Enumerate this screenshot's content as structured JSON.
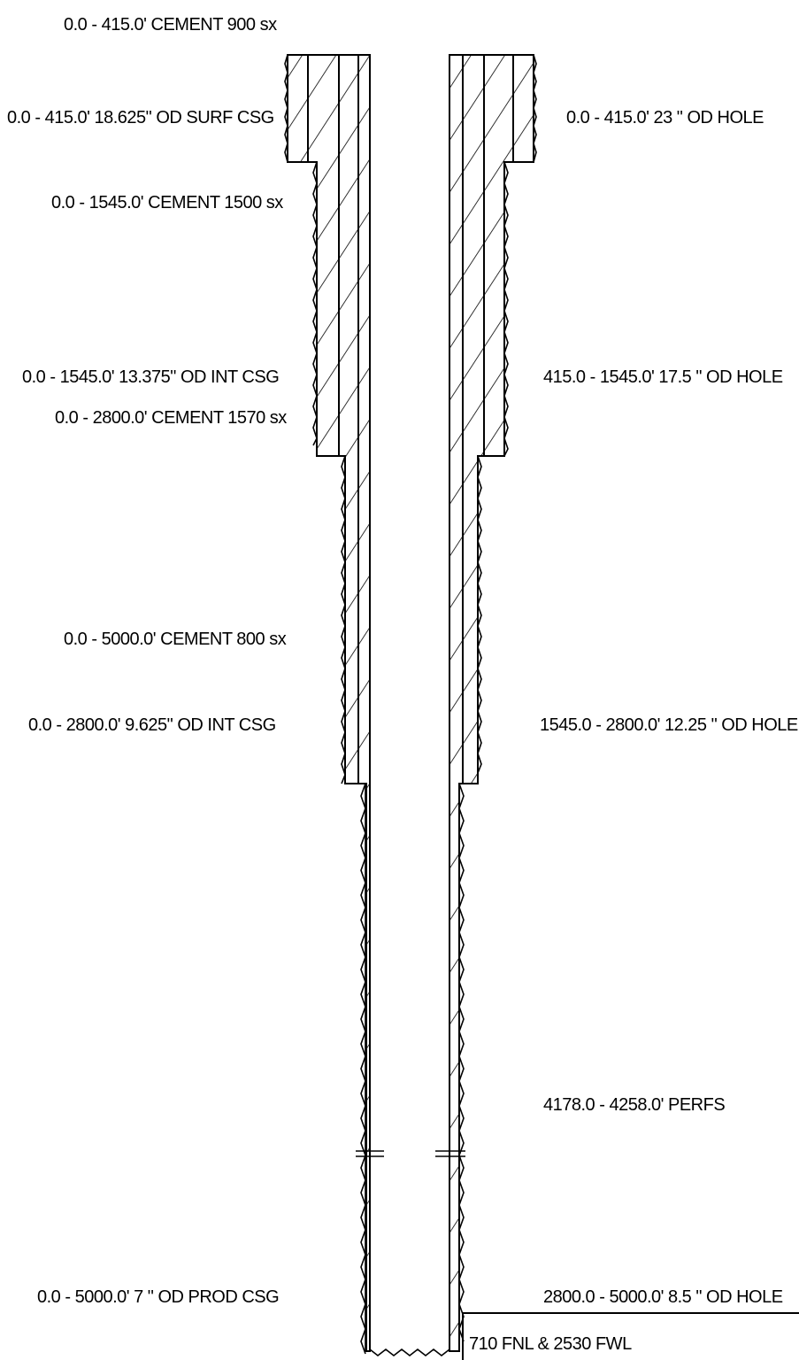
{
  "left_labels": [
    "0.0 -  415.0' CEMENT 900 sx",
    "0.0 -  415.0' 18.625\" OD SURF CSG",
    "0.0 - 1545.0' CEMENT 1500 sx",
    "0.0 - 1545.0' 13.375\" OD INT CSG",
    "0.0 - 2800.0' CEMENT 1570 sx",
    "0.0 - 5000.0' CEMENT 800 sx",
    "0.0 - 2800.0' 9.625\" OD INT CSG",
    "0.0 - 5000.0' 7 \" OD PROD CSG"
  ],
  "right_labels": [
    "0.0 -  415.0' 23 \" OD HOLE",
    "415.0 - 1545.0' 17.5 \" OD HOLE",
    "1545.0 - 2800.0' 12.25 \" OD HOLE",
    "4178.0 - 4258.0' PERFS",
    "2800.0 - 5000.0' 8.5 \" OD HOLE"
  ],
  "location": "710 FNL & 2530 FWL",
  "colors": {
    "line": "#000000",
    "background": "#ffffff"
  }
}
